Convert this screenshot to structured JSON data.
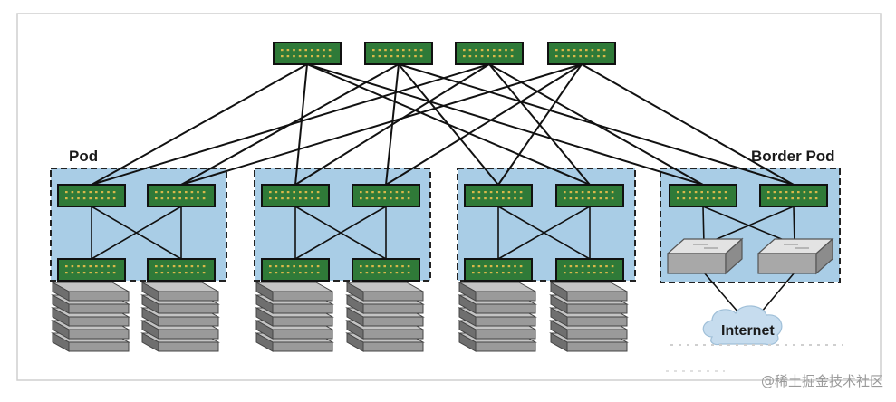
{
  "labels": {
    "pod": "Pod",
    "border_pod": "Border Pod",
    "internet": "Internet"
  },
  "watermark": "@稀土掘金技术社区",
  "colors": {
    "switch_fill": "#2f7a38",
    "switch_border": "#111111",
    "switch_port": "#d9b84a",
    "pod_fill": "#a9cde6",
    "pod_border": "#222222",
    "link": "#111111",
    "server_fill": "#9a9a9a",
    "server_dark": "#6f6f6f",
    "gray_switch_top": "#e3e3e3",
    "gray_switch_side": "#a8a8a8",
    "cloud_fill": "#c6dcee"
  },
  "icons": {
    "spine_switch": "green-switch-icon",
    "leaf_switch": "green-switch-icon",
    "server_rack": "server-stack-icon",
    "border_router": "gray-switch-icon",
    "internet": "cloud-icon"
  }
}
